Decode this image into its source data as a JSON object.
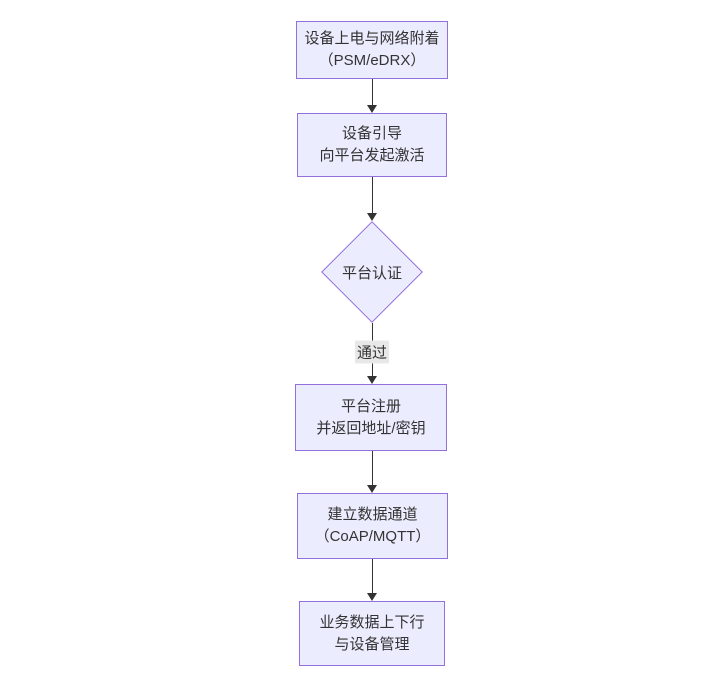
{
  "diagram": {
    "type": "flowchart-top-down",
    "colors": {
      "background": "#ffffff",
      "node_fill": "#ECECFF",
      "node_border": "#9370DB",
      "arrow": "#333333",
      "edge_label_bg": "#e8e8e8",
      "text": "#333333"
    },
    "nodes": [
      {
        "id": "power-on",
        "shape": "rect",
        "lines": [
          "设备上电与网络附着",
          "（PSM/eDRX）"
        ]
      },
      {
        "id": "bootstrap",
        "shape": "rect",
        "lines": [
          "设备引导",
          "向平台发起激活"
        ]
      },
      {
        "id": "auth",
        "shape": "diamond",
        "lines": [
          "平台认证"
        ]
      },
      {
        "id": "register",
        "shape": "rect",
        "lines": [
          "平台注册",
          "并返回地址/密钥"
        ]
      },
      {
        "id": "channel",
        "shape": "rect",
        "lines": [
          "建立数据通道",
          "（CoAP/MQTT）"
        ]
      },
      {
        "id": "business",
        "shape": "rect",
        "lines": [
          "业务数据上下行",
          "与设备管理"
        ]
      }
    ],
    "edges": [
      {
        "from": "power-on",
        "to": "bootstrap",
        "label": ""
      },
      {
        "from": "bootstrap",
        "to": "auth",
        "label": ""
      },
      {
        "from": "auth",
        "to": "register",
        "label": "通过"
      },
      {
        "from": "register",
        "to": "channel",
        "label": ""
      },
      {
        "from": "channel",
        "to": "business",
        "label": ""
      }
    ]
  }
}
